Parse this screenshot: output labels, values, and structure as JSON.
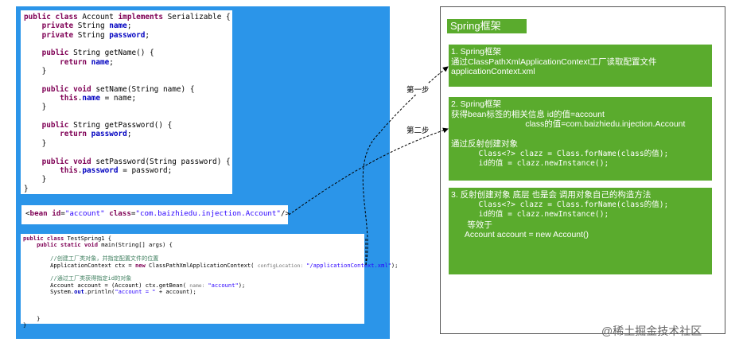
{
  "account_code": {
    "lines": [
      [
        {
          "t": "public class ",
          "c": "k"
        },
        {
          "t": "Account "
        },
        {
          "t": "implements ",
          "c": "k"
        },
        {
          "t": "Serializable {"
        }
      ],
      [
        {
          "t": "    "
        },
        {
          "t": "private ",
          "c": "k"
        },
        {
          "t": "String "
        },
        {
          "t": "name",
          "c": "f"
        },
        {
          "t": ";"
        }
      ],
      [
        {
          "t": "    "
        },
        {
          "t": "private ",
          "c": "k"
        },
        {
          "t": "String "
        },
        {
          "t": "password",
          "c": "f"
        },
        {
          "t": ";"
        }
      ],
      [
        {
          "t": ""
        }
      ],
      [
        {
          "t": "    "
        },
        {
          "t": "public ",
          "c": "k"
        },
        {
          "t": "String getName() {"
        }
      ],
      [
        {
          "t": "        "
        },
        {
          "t": "return ",
          "c": "k"
        },
        {
          "t": "name",
          "c": "f"
        },
        {
          "t": ";"
        }
      ],
      [
        {
          "t": "    }"
        }
      ],
      [
        {
          "t": ""
        }
      ],
      [
        {
          "t": "    "
        },
        {
          "t": "public void ",
          "c": "k"
        },
        {
          "t": "setName(String name) {"
        }
      ],
      [
        {
          "t": "        "
        },
        {
          "t": "this",
          "c": "k"
        },
        {
          "t": "."
        },
        {
          "t": "name",
          "c": "f"
        },
        {
          "t": " = name;"
        }
      ],
      [
        {
          "t": "    }"
        }
      ],
      [
        {
          "t": ""
        }
      ],
      [
        {
          "t": "    "
        },
        {
          "t": "public ",
          "c": "k"
        },
        {
          "t": "String getPassword() {"
        }
      ],
      [
        {
          "t": "        "
        },
        {
          "t": "return ",
          "c": "k"
        },
        {
          "t": "password",
          "c": "f"
        },
        {
          "t": ";"
        }
      ],
      [
        {
          "t": "    }"
        }
      ],
      [
        {
          "t": ""
        }
      ],
      [
        {
          "t": "    "
        },
        {
          "t": "public void ",
          "c": "k"
        },
        {
          "t": "setPassword(String password) {"
        }
      ],
      [
        {
          "t": "        "
        },
        {
          "t": "this",
          "c": "k"
        },
        {
          "t": "."
        },
        {
          "t": "password",
          "c": "f"
        },
        {
          "t": " = password;"
        }
      ],
      [
        {
          "t": "    }"
        }
      ],
      [
        {
          "t": "}"
        }
      ]
    ]
  },
  "bean_code": {
    "lines": [
      [
        {
          "t": "<"
        },
        {
          "t": "bean ",
          "c": "k"
        },
        {
          "t": "id",
          "c": "k"
        },
        {
          "t": "="
        },
        {
          "t": "\"account\"",
          "c": "s"
        },
        {
          "t": " "
        },
        {
          "t": "class",
          "c": "k"
        },
        {
          "t": "="
        },
        {
          "t": "\"com.baizhiedu.injection.Account\"",
          "c": "s"
        },
        {
          "t": "/>"
        }
      ]
    ]
  },
  "main_code": {
    "lines": [
      [
        {
          "t": "public class ",
          "c": "k"
        },
        {
          "t": "TestSpring1 {"
        }
      ],
      [
        {
          "t": "    "
        },
        {
          "t": "public static void ",
          "c": "k"
        },
        {
          "t": "main(String[] args) {"
        }
      ],
      [
        {
          "t": ""
        }
      ],
      [
        {
          "t": "        "
        },
        {
          "t": "//创建工厂类对象，并指定配置文件的位置",
          "c": "c"
        }
      ],
      [
        {
          "t": "        ApplicationContext ctx = "
        },
        {
          "t": "new ",
          "c": "k"
        },
        {
          "t": "ClassPathXmlApplicationContext( "
        },
        {
          "t": "configLocation: ",
          "c": "hint"
        },
        {
          "t": "\"/applicationContext.xml\"",
          "c": "s"
        },
        {
          "t": ");"
        }
      ],
      [
        {
          "t": ""
        }
      ],
      [
        {
          "t": "        "
        },
        {
          "t": "//通过工厂类获得指定id的对象",
          "c": "c"
        }
      ],
      [
        {
          "t": "        Account account = (Account) ctx.getBean( "
        },
        {
          "t": "name: ",
          "c": "hint"
        },
        {
          "t": "\"account\"",
          "c": "s"
        },
        {
          "t": ");"
        }
      ],
      [
        {
          "t": "        System."
        },
        {
          "t": "out",
          "c": "f"
        },
        {
          "t": ".println("
        },
        {
          "t": "\"account = \"",
          "c": "s"
        },
        {
          "t": " + account);"
        }
      ],
      [
        {
          "t": ""
        }
      ],
      [
        {
          "t": ""
        }
      ],
      [
        {
          "t": ""
        }
      ],
      [
        {
          "t": "    }"
        }
      ],
      [
        {
          "t": "}"
        }
      ]
    ]
  },
  "right_panel": {
    "title": "Spring框架",
    "boxes": [
      {
        "lines": [
          {
            "t": "1. Spring框架"
          },
          {
            "t": "通过ClassPathXmlApplicationContext工厂读取配置文件"
          },
          {
            "t": "applicationContext.xml"
          }
        ]
      },
      {
        "lines": [
          {
            "t": "2. Spring框架"
          },
          {
            "t": "获得bean标签的相关信息 id的值=account"
          },
          {
            "t": "                                class的值=com.baizhiedu.injection.Account"
          },
          {
            "t": ""
          },
          {
            "t": "通过反射创建对象"
          },
          {
            "t": "      Class<?> clazz = Class.forName(class的值);",
            "mono": true
          },
          {
            "t": "      id的值 = clazz.newInstance();",
            "mono": true
          }
        ]
      },
      {
        "lines": [
          {
            "t": "3. 反射创建对象 底层 也是会 调用对象自己的构造方法"
          },
          {
            "t": "      Class<?> clazz = Class.forName(class的值);",
            "mono": true
          },
          {
            "t": "      id的值 = clazz.newInstance();",
            "mono": true
          },
          {
            "t": "       等效于"
          },
          {
            "t": "      Account account = new Account()"
          }
        ]
      }
    ]
  },
  "steps": {
    "step1": "第一步",
    "step2": "第二步"
  },
  "watermark": "@稀土掘金技术社区"
}
